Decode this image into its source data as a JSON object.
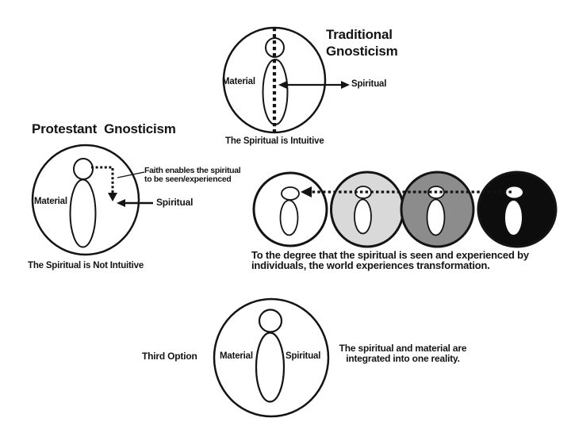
{
  "colors": {
    "ink": "#141414",
    "stage_white": "#ffffff",
    "stage_light_gray": "#d9d9d9",
    "stage_mid_gray": "#8c8c8c",
    "stage_black": "#0d0d0d"
  },
  "traditional": {
    "title": "Traditional\nGnosticism",
    "material_label": "Material",
    "spiritual_label": "Spiritual",
    "caption": "The Spiritual is Intuitive"
  },
  "protestant": {
    "title": "Protestant  Gnosticism",
    "material_label": "Material",
    "faith_note": "Faith enables the spiritual\nto be seen/experienced",
    "spiritual_label": "Spiritual",
    "caption": "The Spiritual is Not Intuitive"
  },
  "transformation": {
    "stage_fills": [
      "#ffffff",
      "#d9d9d9",
      "#8c8c8c",
      "#0d0d0d"
    ],
    "caption": "To the degree that the spiritual is seen and experienced by\nindividuals, the world experiences transformation."
  },
  "third_option": {
    "label": "Third Option",
    "material_label": "Material",
    "spiritual_label": "Spiritual",
    "caption": "The spiritual and material are\nintegrated into one reality."
  }
}
